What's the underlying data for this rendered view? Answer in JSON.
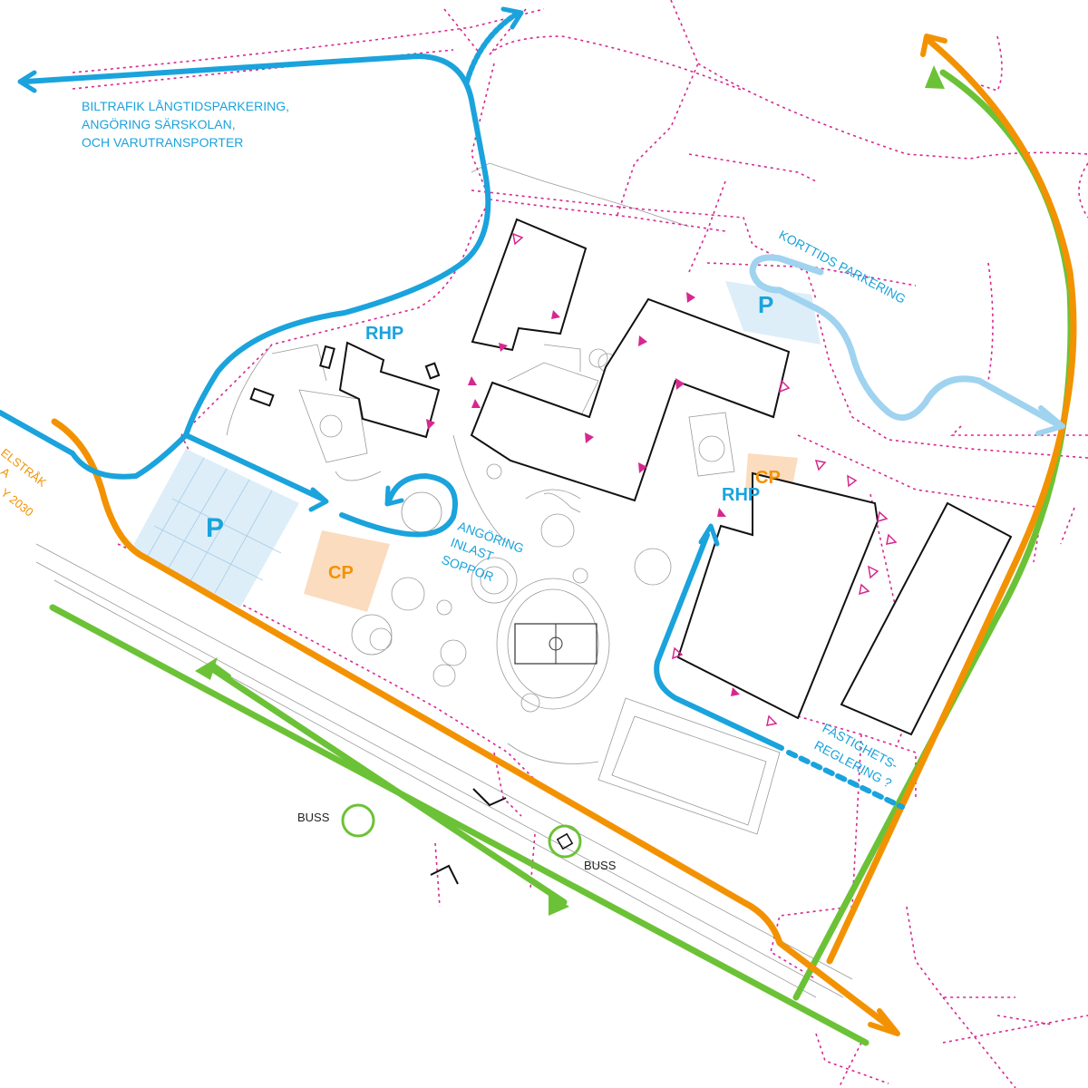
{
  "colors": {
    "blue": "#1aa3dc",
    "light_blue": "#9fd3ef",
    "orange": "#f39200",
    "green": "#6cc236",
    "magenta": "#d6288f",
    "parking_fill": "#ddeef9",
    "cp_fill": "#fbdcbf"
  },
  "labels": {
    "biltrafik_line1": "BILTRAFIK LÅNGTIDSPARKERING,",
    "biltrafik_line2": "ANGÖRING SÄRSKOLAN,",
    "biltrafik_line3": "OCH VARUTRANSPORTER",
    "korttids": "KORTTIDS PARKERING",
    "rhp_top": "RHP",
    "rhp_right": "RHP",
    "parking_large": "P",
    "parking_small": "P",
    "cp_left": "CP",
    "cp_right": "CP",
    "angoring_line1": "ANGÖRING",
    "angoring_line2": "INLAST",
    "angoring_line3": "SOPPOR",
    "fastighets_line1": "FASTIGHETS-",
    "fastighets_line2": "REGLERING ?",
    "buss_left": "BUSS",
    "buss_right": "BUSS",
    "cykel_line1": "ELSTRÅK",
    "cykel_line2": "A",
    "cykel_line3": "Y 2030"
  }
}
